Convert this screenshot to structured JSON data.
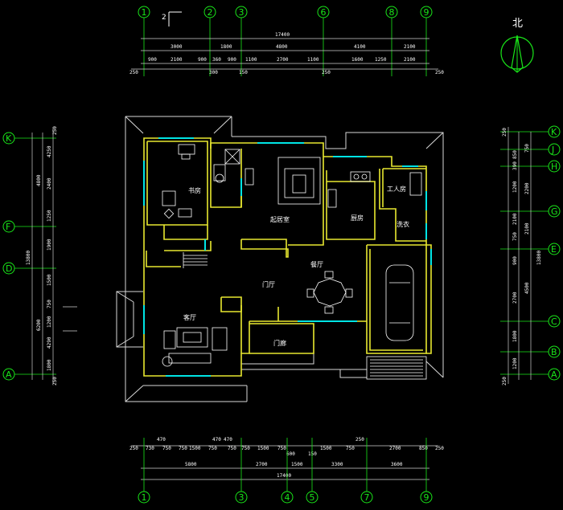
{
  "drawing": {
    "north_label": "北",
    "section_mark": "2",
    "colors": {
      "grid": "#19e619",
      "wall": "#e8e830",
      "window": "#00e5e5",
      "background": "#000000",
      "dim": "#ffffff"
    },
    "top_axes": [
      "1",
      "2",
      "3",
      "6",
      "8",
      "9"
    ],
    "top_total": "17400",
    "top_row1": [
      "3000",
      "1800",
      "4800",
      "4100",
      "2100"
    ],
    "top_row2": [
      "900",
      "2100",
      "900",
      "360",
      "900",
      "1100",
      "2700",
      "1100",
      "1600",
      "1250",
      "2100"
    ],
    "top_ext": [
      "250",
      "250",
      "300",
      "150",
      "250"
    ],
    "bottom_axes": [
      "1",
      "3",
      "4",
      "5",
      "7",
      "9"
    ],
    "bottom_total": "17400",
    "bottom_row1": [
      "5800",
      "2700",
      "1500",
      "3300",
      "3600"
    ],
    "bottom_row2": [
      "730",
      "750",
      "750",
      "1500",
      "750",
      "750",
      "750",
      "1500",
      "750",
      "1500",
      "750",
      "2700",
      "850"
    ],
    "bottom_small": [
      "470",
      "470",
      "470",
      "600",
      "150",
      "250",
      "250",
      "250"
    ],
    "left_axes": [
      "K",
      "F",
      "D",
      "A"
    ],
    "left_total": "13800",
    "left_row1": [
      "4800",
      "6200"
    ],
    "left_row2": [
      "4250",
      "2400",
      "1250",
      "1900",
      "1500",
      "750",
      "1200",
      "4290",
      "1800"
    ],
    "left_ext": [
      "250",
      "250"
    ],
    "right_axes": [
      "K",
      "J",
      "H",
      "G",
      "E",
      "C",
      "B",
      "A"
    ],
    "right_total": "13800",
    "right_row1": [
      "750",
      "2200",
      "2100",
      "4500"
    ],
    "right_row2": [
      "850",
      "390",
      "1200",
      "2100",
      "750",
      "900",
      "2700",
      "1800",
      "1200"
    ],
    "right_ext": [
      "250",
      "250"
    ],
    "rooms": {
      "study": "书房",
      "bedroom": "起居室",
      "kitchen": "厨房",
      "maid": "工人房",
      "laundry": "洗衣",
      "dining": "餐厅",
      "foyer": "门厅",
      "living": "客厅",
      "porch": "门廊"
    }
  }
}
